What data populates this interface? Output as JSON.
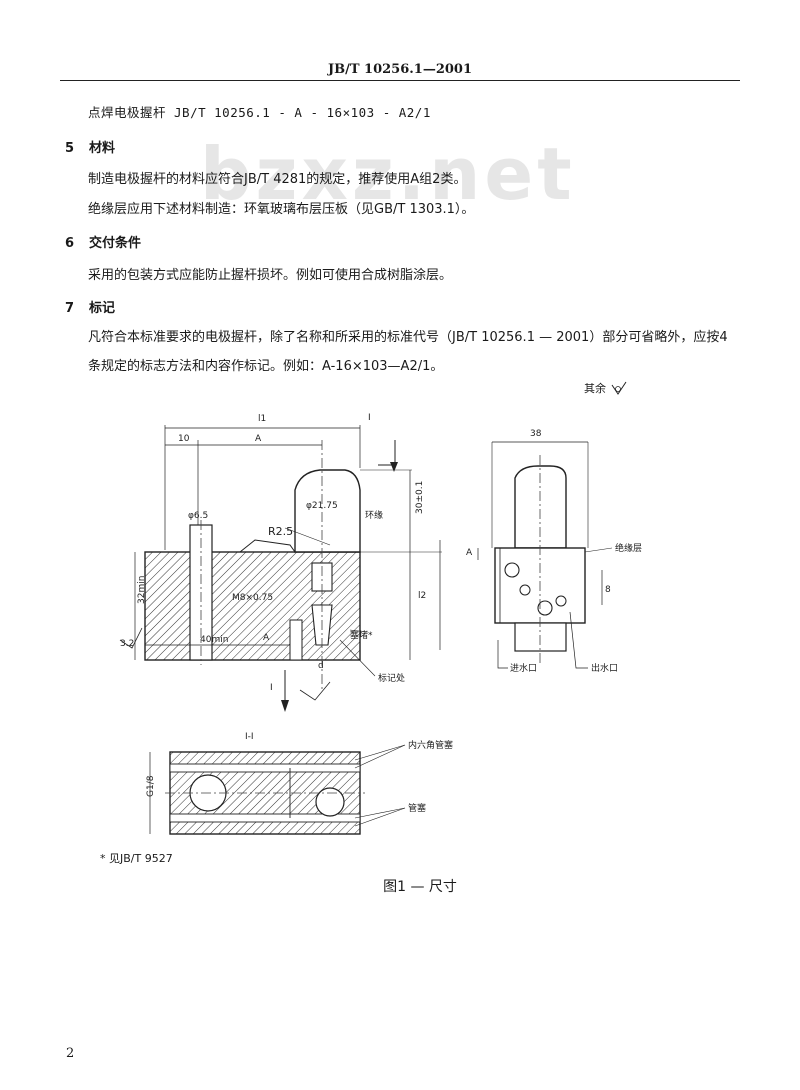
{
  "header": {
    "standard_number": "JB/T 10256.1—2001"
  },
  "watermark": "bzxz.net",
  "designation_example": "点焊电极握杆  JB/T 10256.1 - A - 16×103 - A2/1",
  "sections": [
    {
      "number": "5",
      "title": "材料",
      "paragraphs": [
        "制造电极握杆的材料应符合JB/T 4281的规定，推荐使用A组2类。",
        "绝缘层应用下述材料制造：环氧玻璃布层压板（见GB/T 1303.1）。"
      ]
    },
    {
      "number": "6",
      "title": "交付条件",
      "paragraphs": [
        "采用的包装方式应能防止握杆损坏。例如可使用合成树脂涂层。"
      ]
    },
    {
      "number": "7",
      "title": "标记",
      "paragraphs": [
        "凡符合本标准要求的电极握杆，除了名称和所采用的标准代号（JB/T 10256.1 — 2001）部分可省略外，应按4条规定的标志方法和内容作标记。例如：A-16×103—A2/1。"
      ]
    }
  ],
  "figure": {
    "roughness_label": "其余",
    "front_view_labels": {
      "dim_l1": "l1",
      "dim_10": "10",
      "dim_A": "A",
      "dim_I": "I",
      "dim_d21": "φ21.75",
      "dim_phi65": "φ6.5",
      "dim_R25": "R2.5",
      "label_insulation": "环缘",
      "dim_30": "30±0.1",
      "dim_l2": "l2",
      "dim_32min": "32min",
      "dim_M8": "M8×0.75",
      "dim_40min": "40min",
      "dim_32": "3.2",
      "label_plug": "塞堵*",
      "label_mark": "标记处",
      "section_A_low": "A",
      "section_I_low": "I",
      "dim_d": "d"
    },
    "side_view_labels": {
      "dim_38": "38",
      "label_insulation_layer": "绝缘层",
      "label_inlet": "进水口",
      "label_outlet": "出水口",
      "dim_8": "8"
    },
    "section_view_labels": {
      "title": "I-I",
      "label_hex_plug": "内六角管塞",
      "label_plug": "管塞",
      "dim_side": "G1/8"
    },
    "footnote": "*  见JB/T 9527",
    "caption": "图1 — 尺寸"
  },
  "page_number": "2"
}
